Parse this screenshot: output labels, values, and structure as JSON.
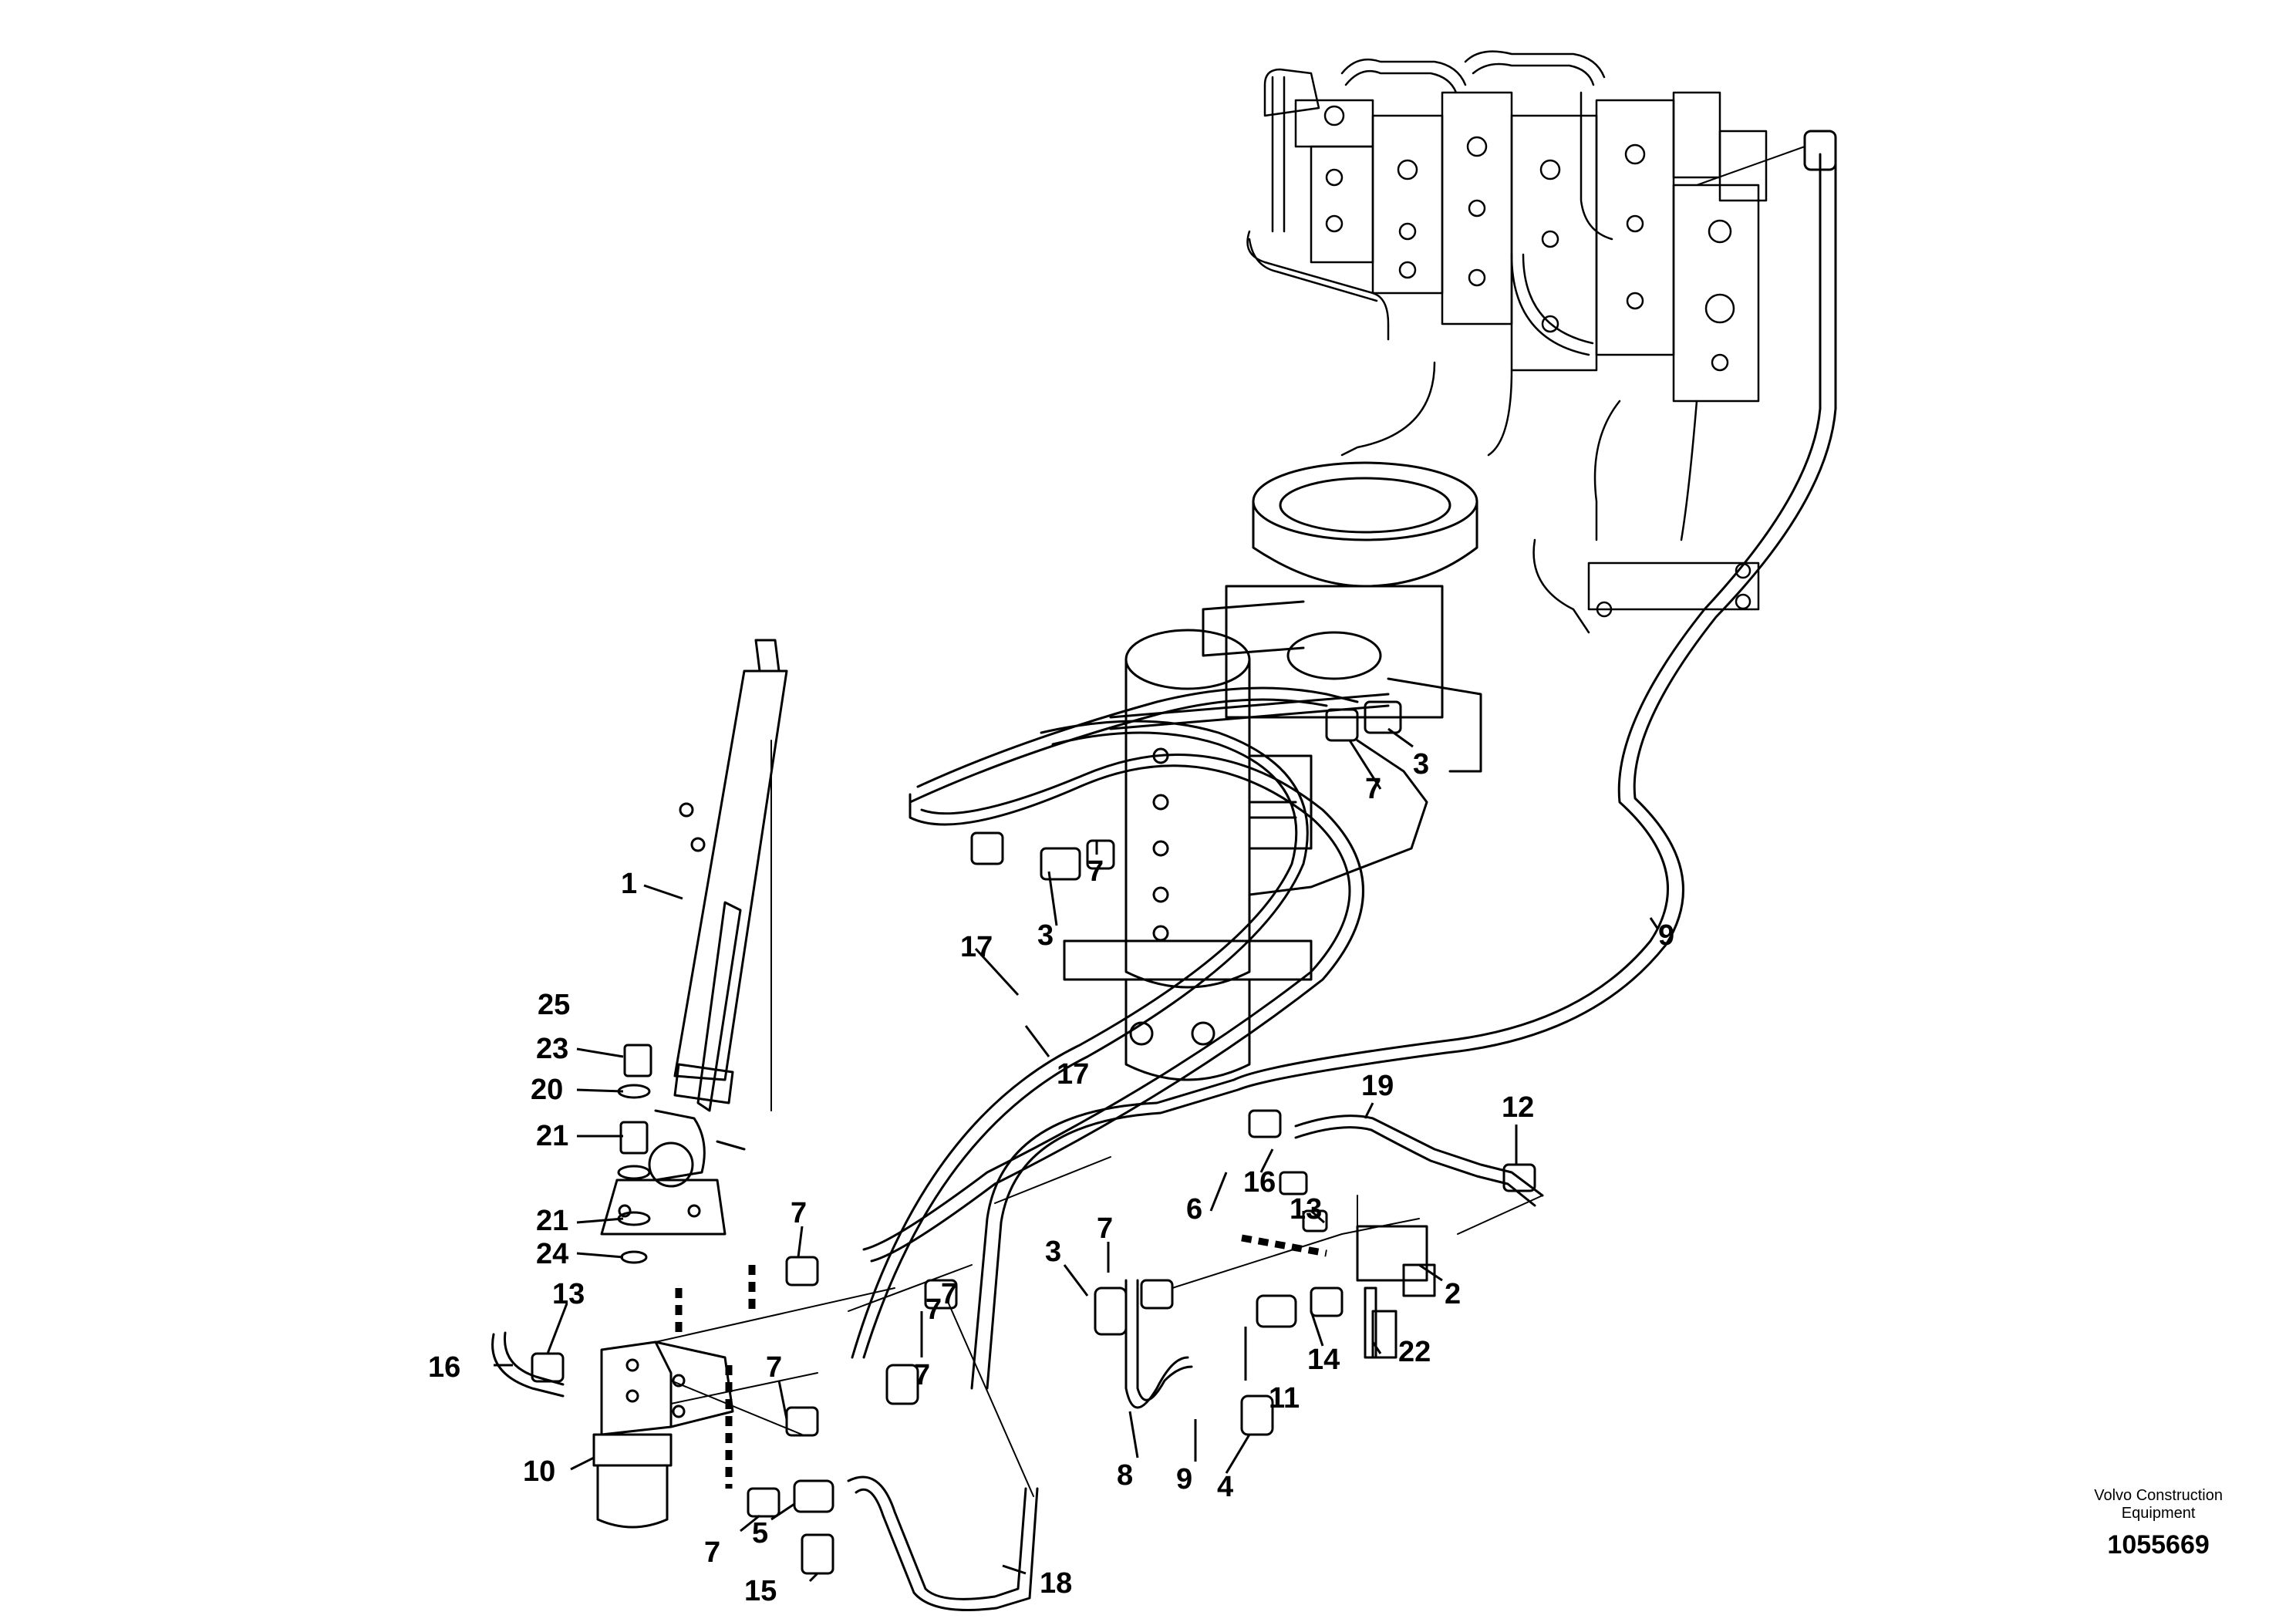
{
  "caption": {
    "company_line1": "Volvo Construction",
    "company_line2": "Equipment",
    "drawing_number": "1055669"
  },
  "callouts": [
    "1",
    "2",
    "3",
    "3",
    "3",
    "4",
    "5",
    "6",
    "7",
    "7",
    "7",
    "7",
    "7",
    "7",
    "7",
    "7",
    "7",
    "8",
    "9",
    "9",
    "10",
    "11",
    "12",
    "13",
    "13",
    "14",
    "15",
    "16",
    "16",
    "17",
    "17",
    "18",
    "19",
    "20",
    "21",
    "21",
    "22",
    "23",
    "24",
    "25"
  ]
}
